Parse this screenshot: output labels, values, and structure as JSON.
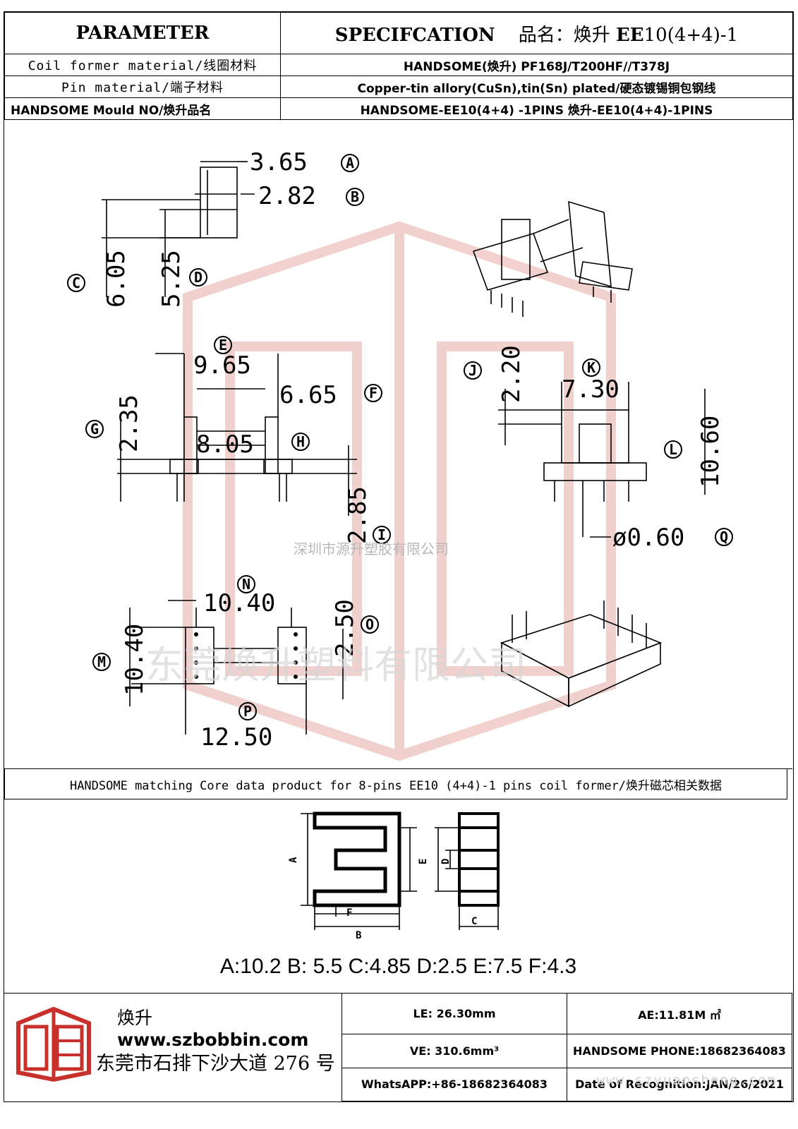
{
  "header": {
    "parameter_label": "PARAMETER",
    "spec_label": "SPECIFCATION",
    "product_name_label": "品名：焕升",
    "product_name_bold": "EE",
    "product_name_rest": "10(4+4)-1"
  },
  "rows": [
    {
      "label": "Coil former material/线圈材料",
      "value": "HANDSOME(焕升)   PF168J/T200HF//T378J"
    },
    {
      "label": "Pin material/端子材料",
      "value": "Copper-tin allory(CuSn),tin(Sn) plated/硬态镀锡铜包钢线"
    },
    {
      "label": "HANDSOME Mould NO/焕升品名",
      "value": "HANDSOME-EE10(4+4) -1PINS    焕升-EE10(4+4)-1PINS"
    }
  ],
  "dimensions": {
    "A": "3.65",
    "B": "2.82",
    "C": "6.05",
    "D": "5.25",
    "E": "9.65",
    "F": "6.65",
    "G": "2.35",
    "H": "8.05",
    "I": "2.85",
    "J": "2.20",
    "K": "7.30",
    "L": "10.60",
    "Q": "ø0.60",
    "N": "10.40",
    "M": "10.40",
    "O": "2.50",
    "P": "12.50"
  },
  "watermarks": {
    "small": "深圳市源升塑胶有限公司",
    "large": "东莞焕升塑料有限公司",
    "site": "www.szyuansheng.com"
  },
  "core": {
    "title": "HANDSOME matching Core data  product for 8-pins EE10 (4+4)-1 pins coil former/焕升磁芯相关数据",
    "letters": {
      "A": "A",
      "B": "B",
      "C": "C",
      "D": "D",
      "E": "E",
      "F": "F"
    },
    "values": "A:10.2 B: 5.5 C:4.85 D:2.5 E:7.5 F:4.3"
  },
  "footer": {
    "brand_cn": "焕升",
    "website": "www.szbobbin.com",
    "address": "东莞市石排下沙大道 276 号",
    "le": "LE: 26.30mm",
    "ae": "AE:11.81M ㎡",
    "ve": "VE: 310.6mm³",
    "phone": "HANDSOME PHONE:18682364083",
    "whatsapp": "WhatsAPP:+86-18682364083",
    "date": "Date of Recognition:JAN/26/2021"
  },
  "colors": {
    "logo_red": "#c8312b",
    "watermark_red": "#e9b3ae"
  }
}
